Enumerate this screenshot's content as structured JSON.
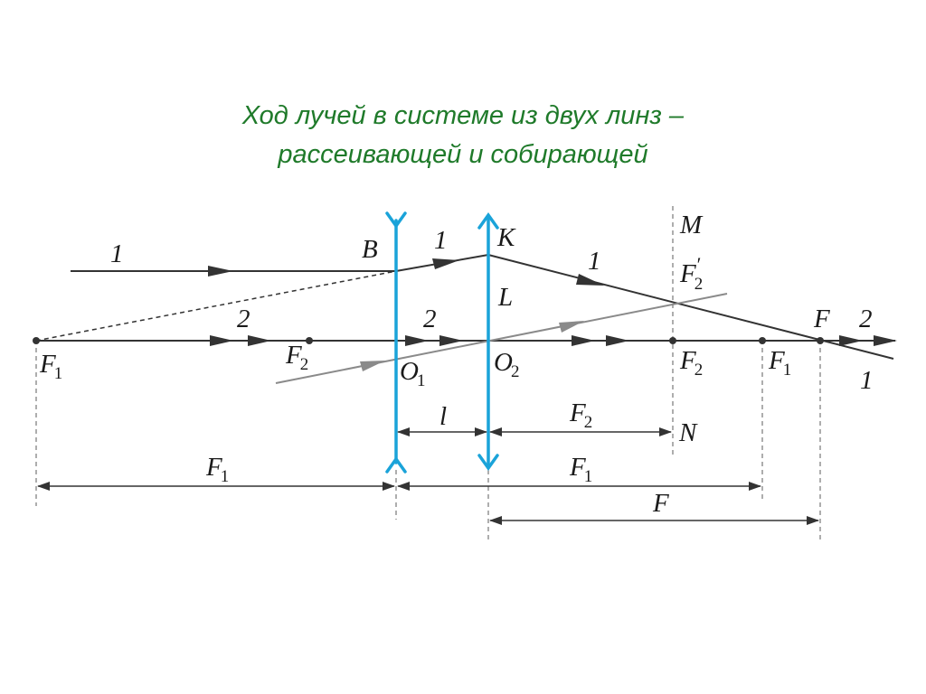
{
  "title": {
    "line1": "Ход лучей в системе из двух линз –",
    "line2": "рассеивающей и собирающей"
  },
  "colors": {
    "title": "#1f7a2a",
    "lens": "#1aa3d9",
    "ray": "#333333",
    "ray_gray": "#8a8a8a"
  },
  "labels": {
    "ray1": "1",
    "ray2": "2",
    "B": "B",
    "K": "K",
    "L": "L",
    "M": "M",
    "N": "N",
    "F": "F",
    "F1": "F",
    "F2": "F",
    "O1": "O",
    "O2": "O",
    "l": "l",
    "sub1": "1",
    "sub2": "2",
    "prime": "′"
  }
}
